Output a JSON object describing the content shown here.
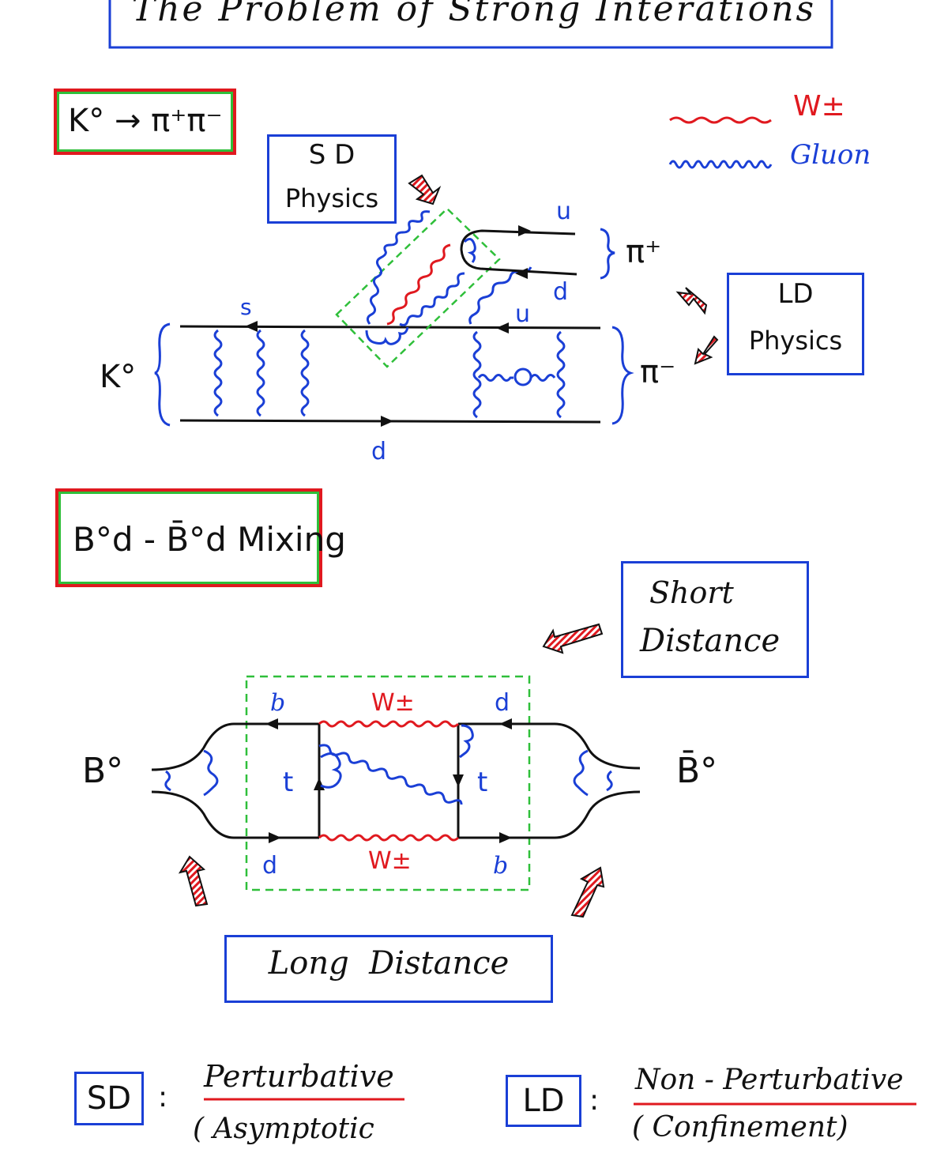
{
  "title": "The Problem of Strong Interations",
  "kaon": {
    "label": "K° → π⁺π⁻",
    "sd_box_line1": "S D",
    "sd_box_line2": "Physics",
    "ld_box_line1": "LD",
    "ld_box_line2": "Physics",
    "legend_w": "W±",
    "legend_gluon": "Gluon",
    "quark_s": "s",
    "quark_d_bottom": "d",
    "quark_u_top": "u",
    "quark_d_top": "d",
    "quark_u_mid": "u",
    "meson_k0": "K°",
    "meson_pi_plus": "π⁺",
    "meson_pi_minus": "π⁻"
  },
  "bmix": {
    "label": "B°d - B̄°d Mixing",
    "short_box_line1": "Short",
    "short_box_line2": "Distance",
    "long_box": "Long  Distance",
    "b0": "B°",
    "b0bar": "B̄°",
    "w_top": "W±",
    "w_bottom": "W±",
    "q_b_top": "b",
    "q_d_top": "d",
    "q_d_bottom": "d",
    "q_b_bottom": "b",
    "t_left": "t",
    "t_right": "t"
  },
  "footer": {
    "sd_tag": "SD",
    "sd_colon": ":",
    "sd_desc": "Perturbative",
    "sd_paren": "( Asymptotic",
    "ld_tag": "LD",
    "ld_colon": ":",
    "ld_desc": "Non - Perturbative",
    "ld_paren": "( Confinement)"
  },
  "colors": {
    "w_boson": "#e0191f",
    "gluon": "#1a3fd6",
    "sd_region": "#2fbf3a",
    "quark_line": "#111111"
  }
}
